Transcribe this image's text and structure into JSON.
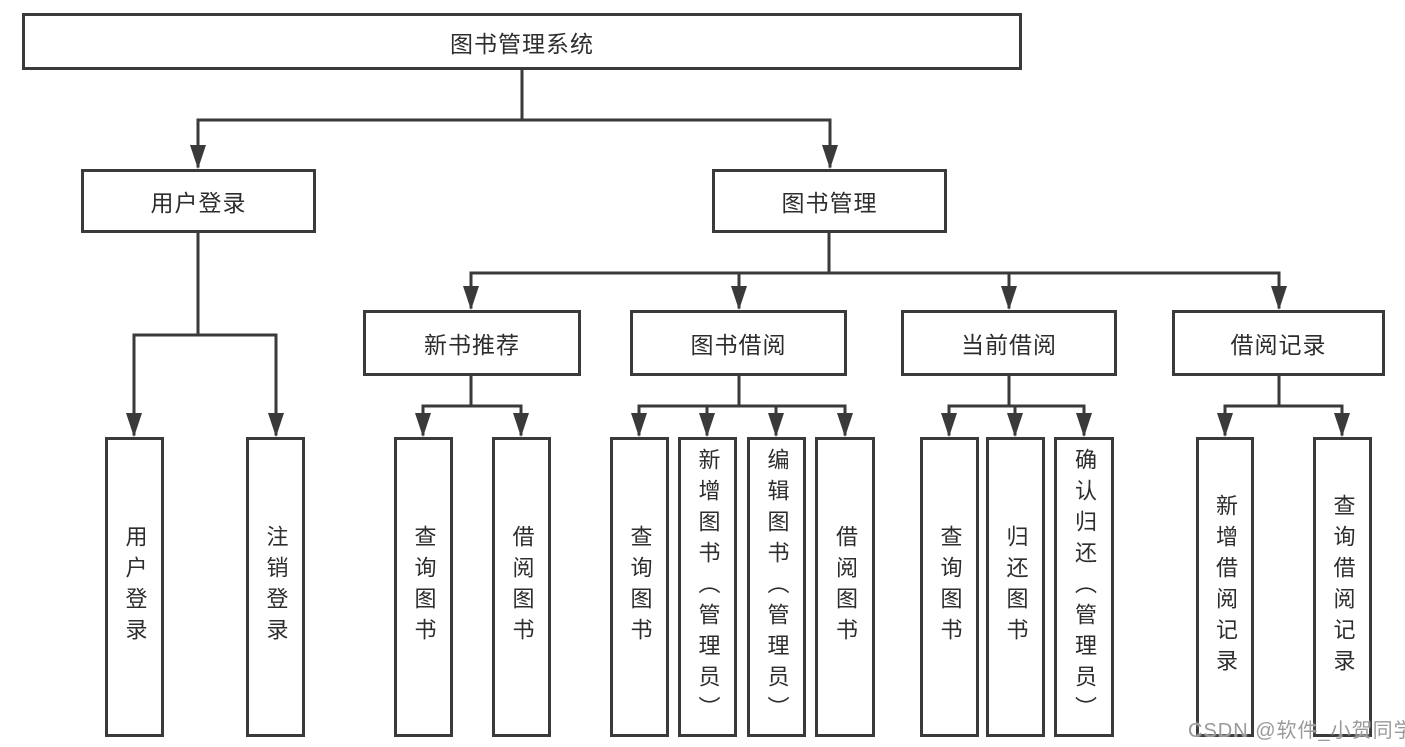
{
  "diagram_title": "图书管理系统",
  "nodes": {
    "root": "图书管理系统",
    "user_login": "用户登录",
    "book_mgmt": "图书管理",
    "new_book_rec": "新书推荐",
    "book_borrow": "图书借阅",
    "current_borrow": "当前借阅",
    "borrow_records": "借阅记录",
    "leaf_user_login": "用户登录",
    "leaf_logout": "注销登录",
    "leaf_query_book_1": "查询图书",
    "leaf_borrow_book_1": "借阅图书",
    "leaf_query_book_2": "查询图书",
    "leaf_add_book": "新增图书（管理员）",
    "leaf_edit_book": "编辑图书（管理员）",
    "leaf_borrow_book_2": "借阅图书",
    "leaf_query_book_3": "查询图书",
    "leaf_return_book": "归还图书",
    "leaf_confirm_return": "确认归还（管理员）",
    "leaf_add_borrow_record": "新增借阅记录",
    "leaf_query_borrow_record": "查询借阅记录"
  },
  "hierarchy": {
    "图书管理系统": {
      "用户登录": [
        "用户登录",
        "注销登录"
      ],
      "图书管理": {
        "新书推荐": [
          "查询图书",
          "借阅图书"
        ],
        "图书借阅": [
          "查询图书",
          "新增图书（管理员）",
          "编辑图书（管理员）",
          "借阅图书"
        ],
        "当前借阅": [
          "查询图书",
          "归还图书",
          "确认归还（管理员）"
        ],
        "借阅记录": [
          "新增借阅记录",
          "查询借阅记录"
        ]
      }
    }
  },
  "watermark": "CSDN @软件_小贺同学",
  "colors": {
    "line": "#3a3a3a",
    "box_border": "#3a3a3a",
    "text": "#2d2d2d",
    "watermark": "#9a9a9a",
    "background": "#ffffff"
  }
}
